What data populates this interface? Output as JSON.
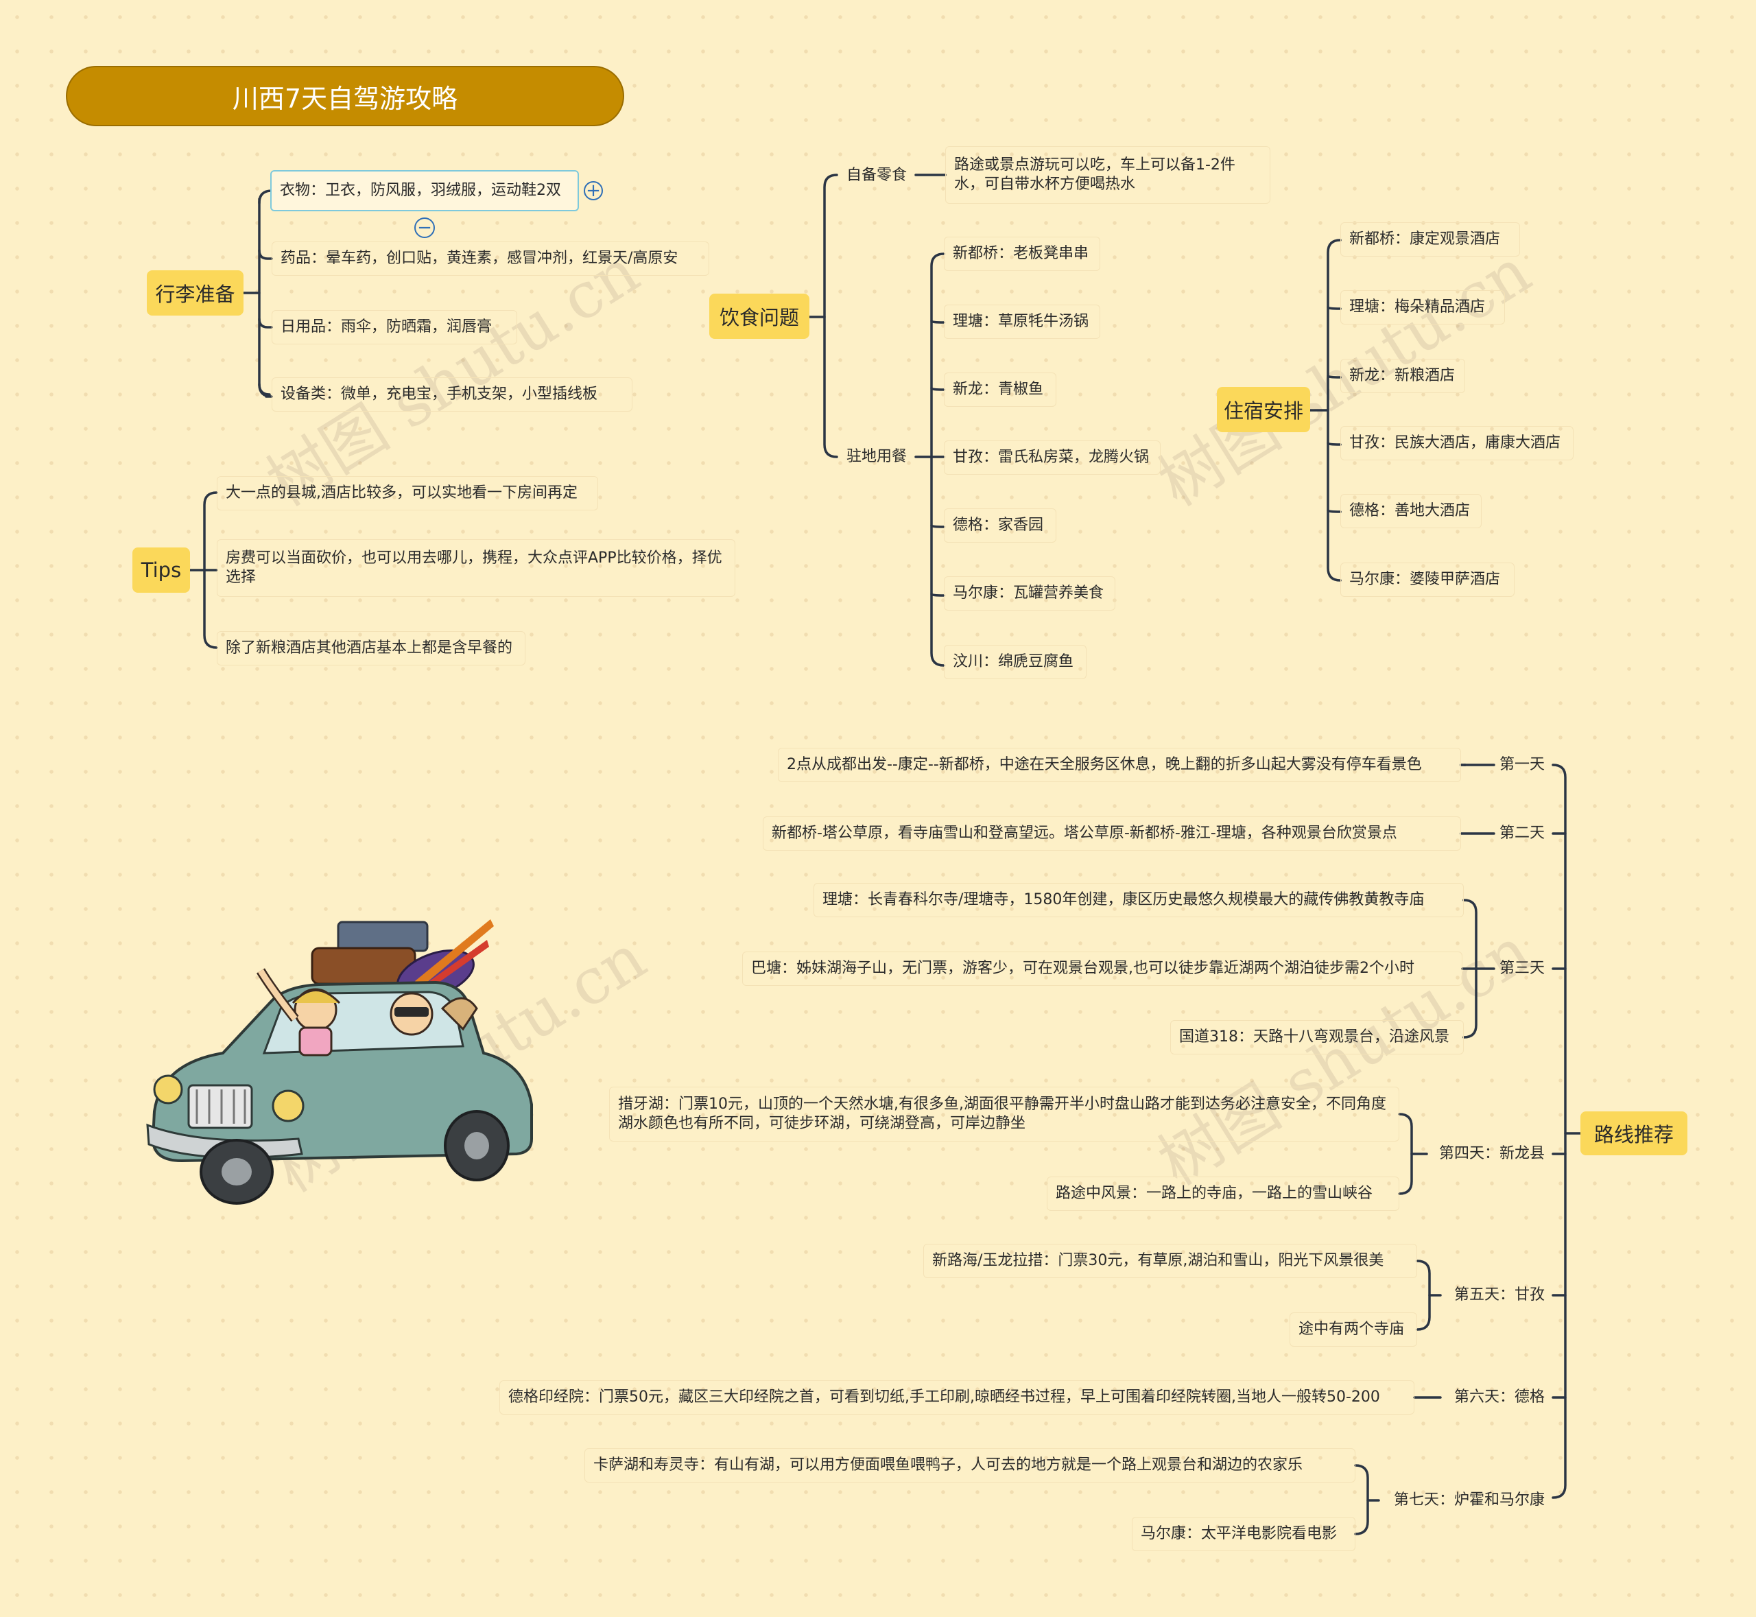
{
  "title": "川西7天自驾游攻略",
  "watermark": "树图 shutu.cn",
  "colors": {
    "title_bg": "#c58c00",
    "main_node_bg": "#fbd85a",
    "line": "#2b3544",
    "selection": "#7ec9dc",
    "control_icon": "#2f6fb7"
  },
  "icons": {
    "add": "plus-circle-icon",
    "collapse": "minus-circle-icon"
  },
  "luggage": {
    "label": "行李准备",
    "items": [
      "衣物：卫衣，防风服，羽绒服，运动鞋2双",
      "药品：晕车药，创口贴，黄连素，感冒冲剂，红景天/高原安",
      "日用品：雨伞，防晒霜，润唇膏",
      "设备类：微单，充电宝，手机支架，小型插线板"
    ]
  },
  "tips": {
    "label": "Tips",
    "items": [
      "大一点的县城,酒店比较多，可以实地看一下房间再定",
      "房费可以当面砍价，也可以用去哪儿，携程，大众点评APP比较价格，择优选择",
      "除了新粮酒店其他酒店基本上都是含早餐的"
    ]
  },
  "food": {
    "label": "饮食问题",
    "snacks": {
      "label": "自备零食",
      "detail": "路途或景点游玩可以吃，车上可以备1-2件水，可自带水杯方便喝热水"
    },
    "meals": {
      "label": "驻地用餐",
      "items": [
        "新都桥：老板凳串串",
        "理塘：草原牦牛汤锅",
        "新龙：青椒鱼",
        "甘孜：雷氏私房菜，龙腾火锅",
        "德格：家香园",
        "马尔康：瓦罐营养美食",
        "汶川：绵虒豆腐鱼"
      ]
    }
  },
  "lodging": {
    "label": "住宿安排",
    "items": [
      "新都桥：康定观景酒店",
      "理塘：梅朵精品酒店",
      "新龙：新粮酒店",
      "甘孜：民族大酒店，庸康大酒店",
      "德格：善地大酒店",
      "马尔康：婆陵甲萨酒店"
    ]
  },
  "route": {
    "label": "路线推荐",
    "days": [
      {
        "label": "第一天",
        "items": [
          "2点从成都出发--康定--新都桥，中途在天全服务区休息，晚上翻的折多山起大雾没有停车看景色"
        ]
      },
      {
        "label": "第二天",
        "items": [
          "新都桥-塔公草原，看寺庙雪山和登高望远。塔公草原-新都桥-雅江-理塘，各种观景台欣赏景点"
        ]
      },
      {
        "label": "第三天",
        "items": [
          "理塘：长青春科尔寺/理塘寺，1580年创建，康区历史最悠久规模最大的藏传佛教黄教寺庙",
          "巴塘：姊妹湖海子山，无门票，游客少，可在观景台观景,也可以徒步靠近湖两个湖泊徒步需2个小时",
          "国道318：天路十八弯观景台，沿途风景"
        ]
      },
      {
        "label": "第四天：新龙县",
        "items": [
          "措牙湖：门票10元，山顶的一个天然水塘,有很多鱼,湖面很平静需开半小时盘山路才能到达务必注意安全，不同角度湖水颜色也有所不同，可徒步环湖，可绕湖登高，可岸边静坐",
          "路途中风景：一路上的寺庙，一路上的雪山峡谷"
        ]
      },
      {
        "label": "第五天：甘孜",
        "items": [
          "新路海/玉龙拉措：门票30元，有草原,湖泊和雪山，阳光下风景很美",
          "途中有两个寺庙"
        ]
      },
      {
        "label": "第六天：德格",
        "items": [
          "德格印经院：门票50元，藏区三大印经院之首，可看到切纸,手工印刷,晾晒经书过程，早上可围着印经院转圈,当地人一般转50-200"
        ]
      },
      {
        "label": "第七天：炉霍和马尔康",
        "items": [
          "卡萨湖和寿灵寺：有山有湖，可以用方便面喂鱼喂鸭子，人可去的地方就是一个路上观景台和湖边的农家乐",
          "马尔康：太平洋电影院看电影"
        ]
      }
    ]
  }
}
